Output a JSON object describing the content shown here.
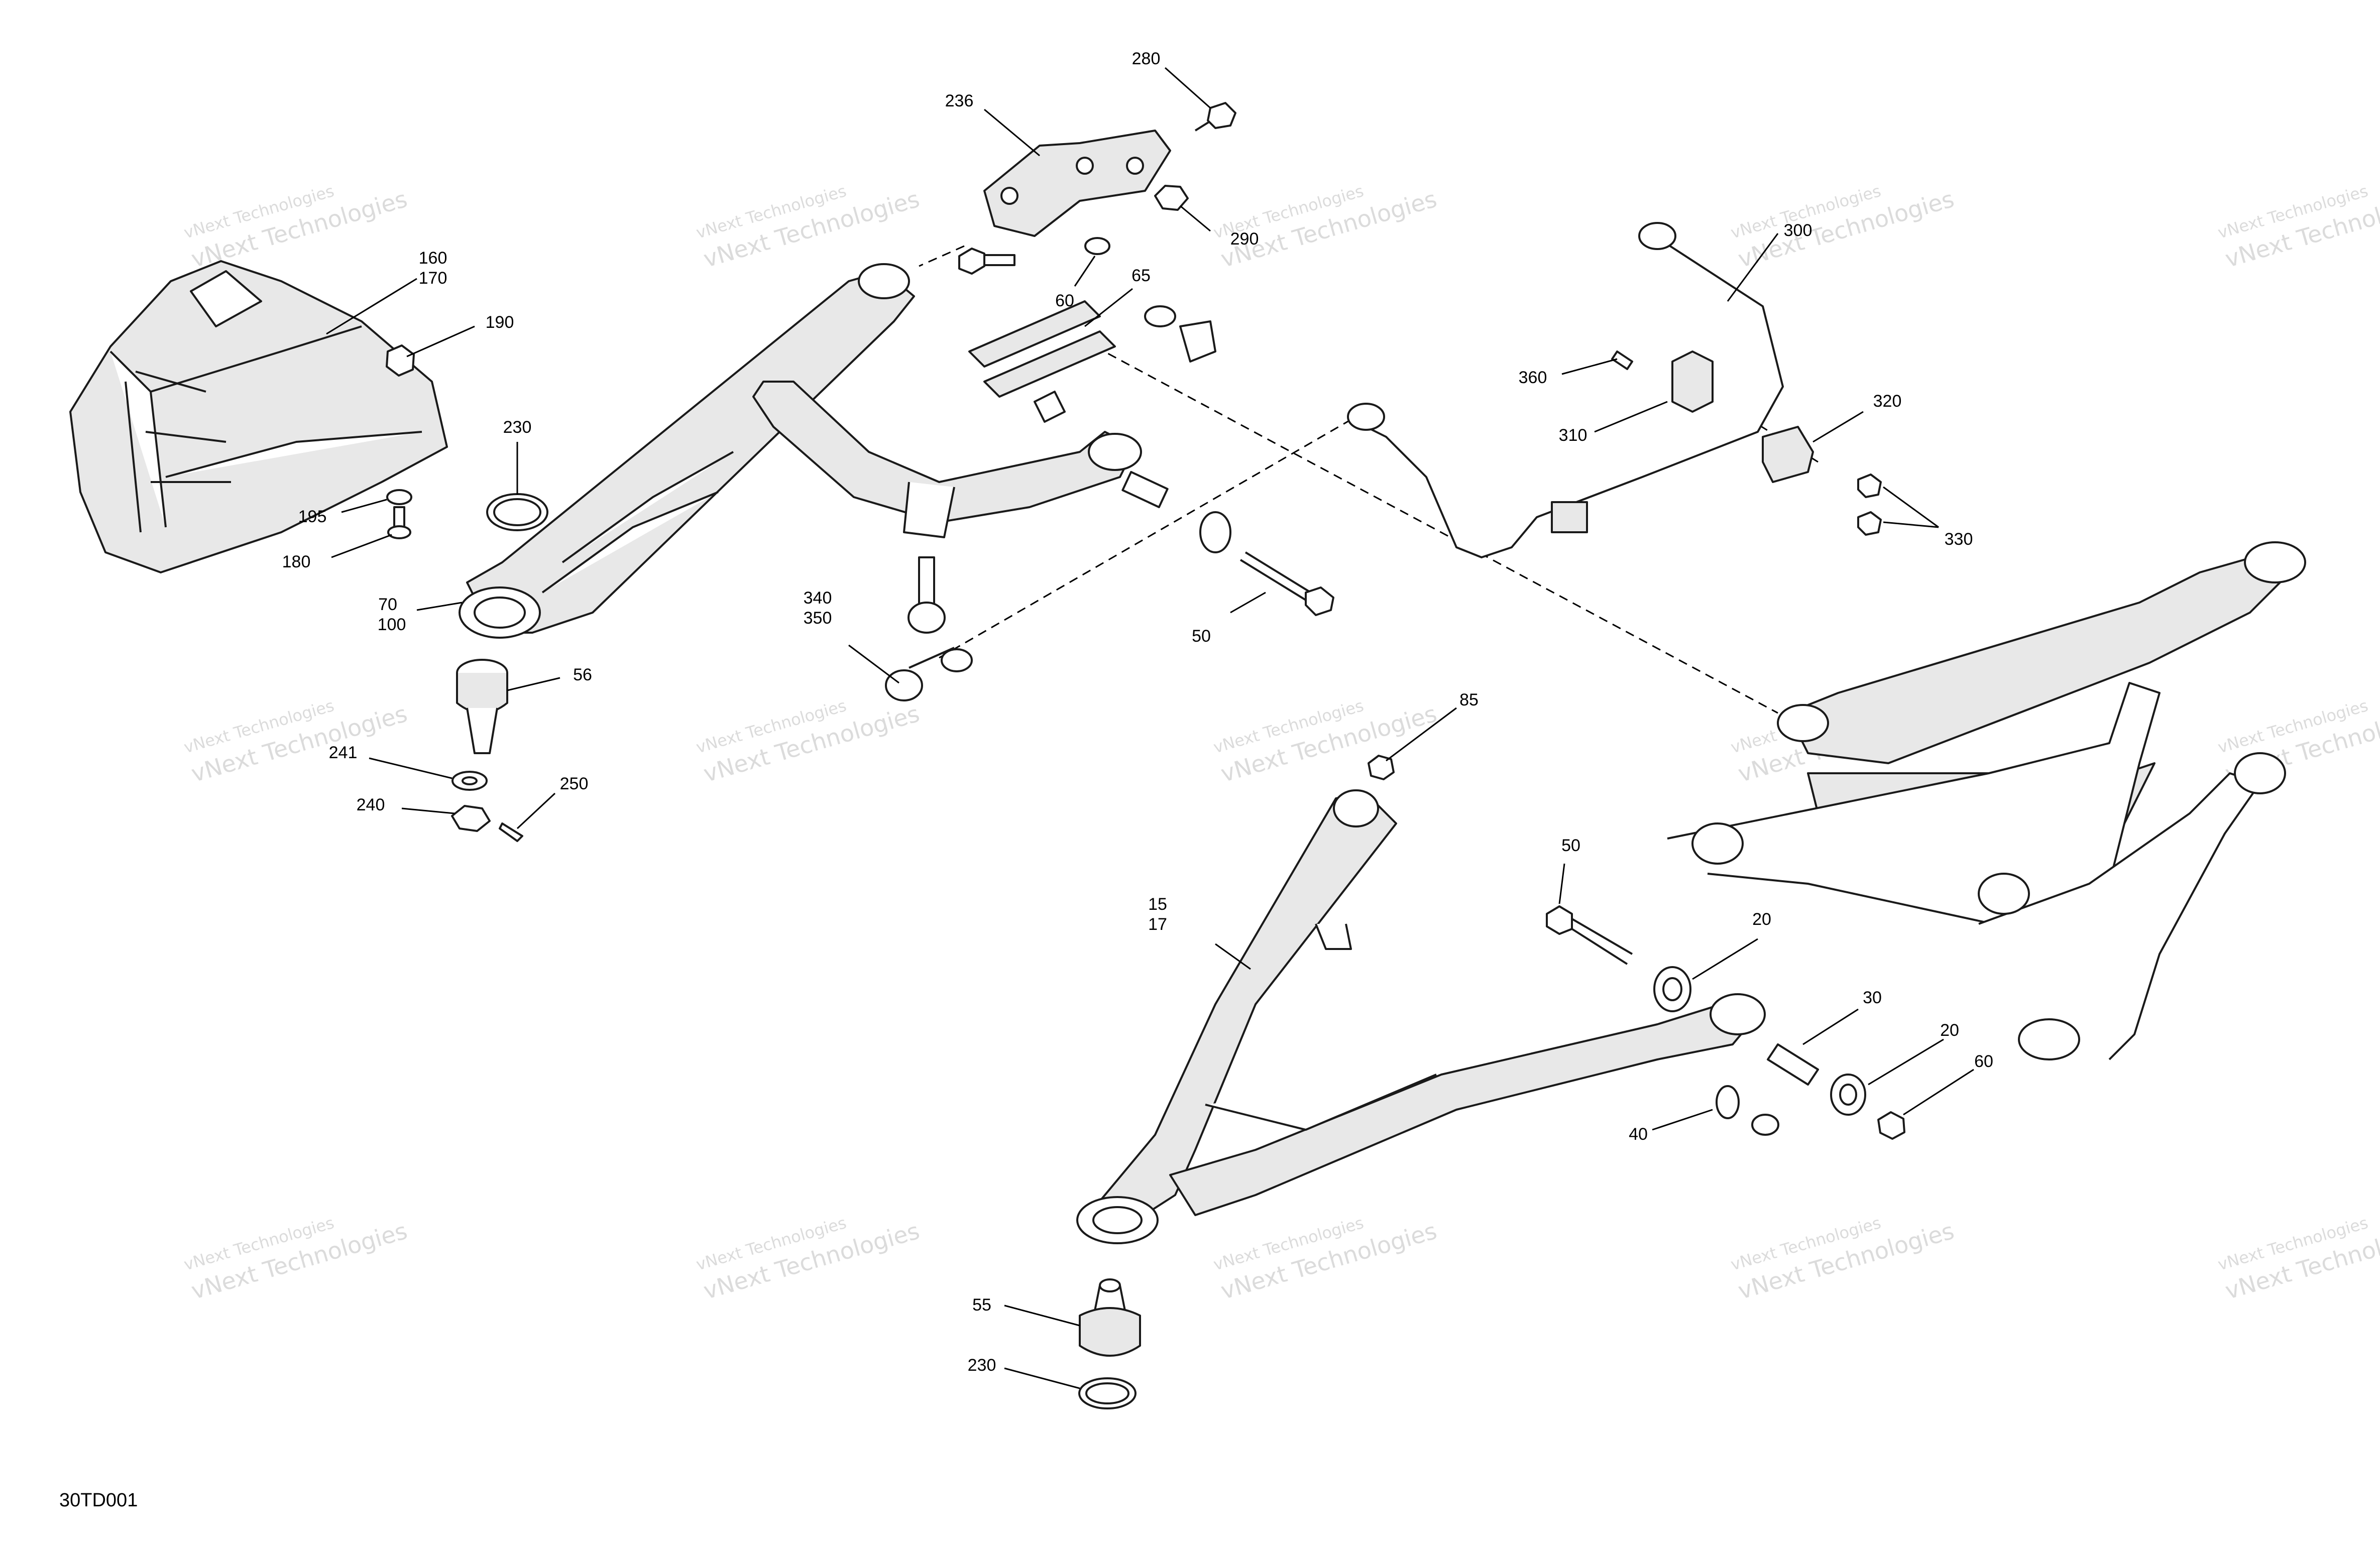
{
  "figure_code": "30TD001",
  "watermark": {
    "line1": "vNext Technologies",
    "line2": "vNext Technologies"
  },
  "callouts": {
    "c15_17": [
      "15",
      "17"
    ],
    "c20a": "20",
    "c20b": "20",
    "c30": "30",
    "c40": "40",
    "c50a": "50",
    "c50b": "50",
    "c55": "55",
    "c56": "56",
    "c60a": "60",
    "c60b": "60",
    "c65": "65",
    "c70_100": [
      "70",
      "100"
    ],
    "c85": "85",
    "c160_170": [
      "160",
      "170"
    ],
    "c180": "180",
    "c190": "190",
    "c195": "195",
    "c230a": "230",
    "c230b": "230",
    "c236": "236",
    "c240": "240",
    "c241": "241",
    "c250": "250",
    "c280": "280",
    "c290": "290",
    "c300": "300",
    "c310": "310",
    "c320": "320",
    "c330": "330",
    "c340_350": [
      "340",
      "350"
    ],
    "c360": "360"
  }
}
